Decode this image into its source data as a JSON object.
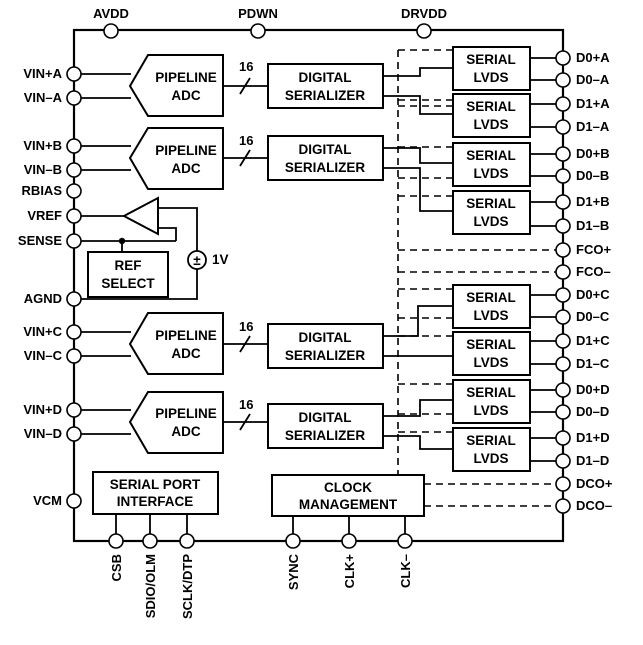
{
  "top_pins": [
    "AVDD",
    "PDWN",
    "DRVDD"
  ],
  "left_pins": [
    "VIN+A",
    "VIN–A",
    "VIN+B",
    "VIN–B",
    "RBIAS",
    "VREF",
    "SENSE",
    "AGND",
    "VIN+C",
    "VIN–C",
    "VIN+D",
    "VIN–D",
    "VCM"
  ],
  "right_pins": [
    "D0+A",
    "D0–A",
    "D1+A",
    "D1–A",
    "D0+B",
    "D0–B",
    "D1+B",
    "D1–B",
    "FCO+",
    "FCO–",
    "D0+C",
    "D0–C",
    "D1+C",
    "D1–C",
    "D0+D",
    "D0–D",
    "D1+D",
    "D1–D",
    "DCO+",
    "DCO–"
  ],
  "bottom_pins": [
    "CSB",
    "SDIO/OLM",
    "SCLK/DTP",
    "SYNC",
    "CLK+",
    "CLK–"
  ],
  "adc": {
    "line1": "PIPELINE",
    "line2": "ADC"
  },
  "serializer": {
    "line1": "DIGITAL",
    "line2": "SERIALIZER"
  },
  "lvds": {
    "line1": "SERIAL",
    "line2": "LVDS"
  },
  "bus_width": "16",
  "ref_select": {
    "line1": "REF",
    "line2": "SELECT"
  },
  "source": {
    "symbol": "±",
    "value": "1V"
  },
  "spi": {
    "line1": "SERIAL PORT",
    "line2": "INTERFACE"
  },
  "clock": {
    "line1": "CLOCK",
    "line2": "MANAGEMENT"
  }
}
